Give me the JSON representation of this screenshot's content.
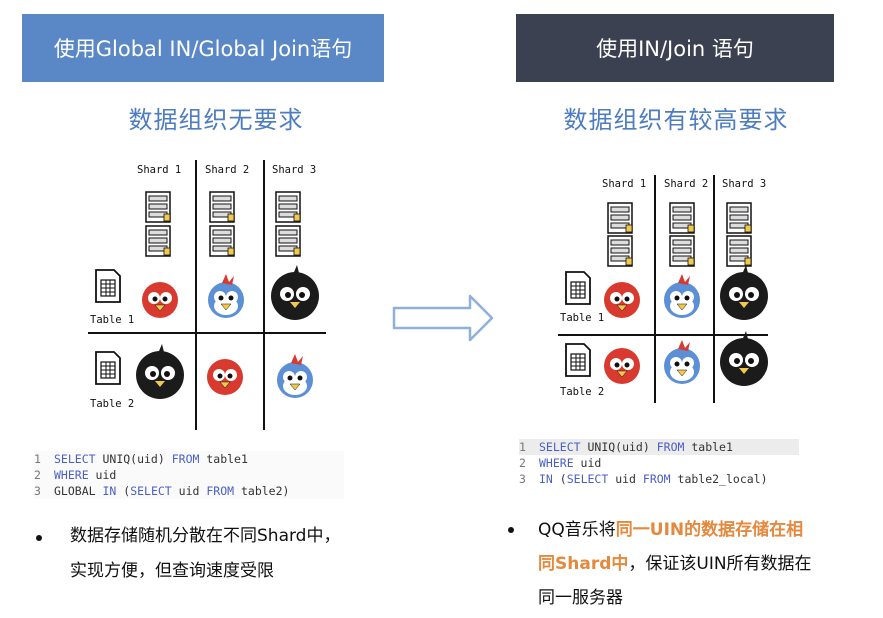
{
  "left": {
    "header": "使用Global IN/Global Join语句",
    "subtitle": "数据组织无要求",
    "shards": [
      "Shard 1",
      "Shard 2",
      "Shard 3"
    ],
    "tables": [
      "Table 1",
      "Table 2"
    ],
    "code": [
      {
        "n": "1",
        "parts": [
          {
            "k": true,
            "t": "SELECT"
          },
          {
            "k": false,
            "t": " UNIQ(uid) "
          },
          {
            "k": true,
            "t": "FROM"
          },
          {
            "k": false,
            "t": " table1"
          }
        ]
      },
      {
        "n": "2",
        "parts": [
          {
            "k": true,
            "t": "WHERE"
          },
          {
            "k": false,
            "t": " uid"
          }
        ]
      },
      {
        "n": "3",
        "parts": [
          {
            "k": false,
            "t": "GLOBAL "
          },
          {
            "k": true,
            "t": "IN"
          },
          {
            "k": false,
            "t": " ("
          },
          {
            "k": true,
            "t": "SELECT"
          },
          {
            "k": false,
            "t": " uid "
          },
          {
            "k": true,
            "t": "FROM"
          },
          {
            "k": false,
            "t": " table2)"
          }
        ]
      }
    ],
    "bullet_line1": "数据存储随机分散在不同Shard中，",
    "bullet_line2": "实现方便，但查询速度受限"
  },
  "right": {
    "header": "使用IN/Join 语句",
    "subtitle": "数据组织有较高要求",
    "shards": [
      "Shard 1",
      "Shard 2",
      "Shard 3"
    ],
    "tables": [
      "Table 1",
      "Table 2"
    ],
    "code": [
      {
        "n": "1",
        "parts": [
          {
            "k": true,
            "t": "SELECT"
          },
          {
            "k": false,
            "t": " UNIQ(uid) "
          },
          {
            "k": true,
            "t": "FROM"
          },
          {
            "k": false,
            "t": " table1"
          }
        ]
      },
      {
        "n": "2",
        "parts": [
          {
            "k": true,
            "t": "WHERE"
          },
          {
            "k": false,
            "t": " uid"
          }
        ]
      },
      {
        "n": "3",
        "parts": [
          {
            "k": true,
            "t": "IN"
          },
          {
            "k": false,
            "t": " ("
          },
          {
            "k": true,
            "t": "SELECT"
          },
          {
            "k": false,
            "t": " uid "
          },
          {
            "k": true,
            "t": "FROM"
          },
          {
            "k": false,
            "t": " table2_local)"
          }
        ]
      }
    ],
    "bullet_a": "QQ音乐将",
    "bullet_b": "同一UIN的数据存储在相",
    "bullet_c": "同Shard中",
    "bullet_d": "，保证该UIN所有数据在",
    "bullet_e": "同一服务器"
  },
  "colors": {
    "left_header_bg": "#5a88c6",
    "right_header_bg": "#3b4150",
    "subtitle": "#4d7cbf",
    "highlight": "#e4893d",
    "arrow": "#8fb0d8"
  }
}
